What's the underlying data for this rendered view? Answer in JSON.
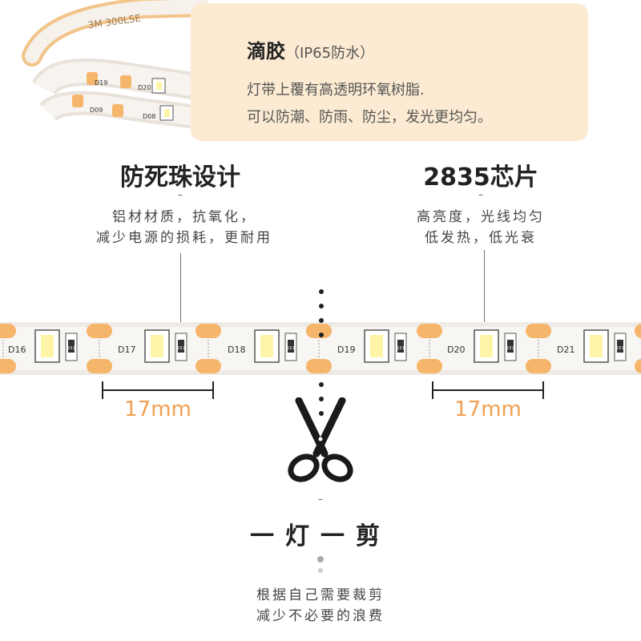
{
  "card": {
    "title": "滴胶",
    "subtitle": "（IP65防水）",
    "line1": "灯带上覆有高透明环氧树脂.",
    "line2": "可以防潮、防雨、防尘，发光更均匀。"
  },
  "feature_left": {
    "title": "防死珠设计",
    "dash": "–",
    "desc_line1": "铝材材质，抗氧化，",
    "desc_line2": "减少电源的损耗，更耐用"
  },
  "feature_right": {
    "title": "2835芯片",
    "dash": "–",
    "desc_line1": "高亮度，光线均匀",
    "desc_line2": "低发热，低光衰"
  },
  "strip": {
    "labels": [
      "D16",
      "D17",
      "D18",
      "D19",
      "D20",
      "D21"
    ],
    "resistor_text": "151"
  },
  "coil": {
    "labels": [
      "D19",
      "D20",
      "D08",
      "D09"
    ],
    "tape_text": "3M 300LSE"
  },
  "measure": {
    "left": "17mm",
    "right": "17mm"
  },
  "cut": {
    "dash": "–",
    "title": "一灯一剪",
    "desc_line1": "根据自己需要裁剪",
    "desc_line2": "减少不必要的浪费"
  },
  "colors": {
    "card_bg": "#fcebd2",
    "pad_orange": "#f5b56a",
    "measure_orange": "#f0a050",
    "led_yellow": "#fff5a8"
  }
}
